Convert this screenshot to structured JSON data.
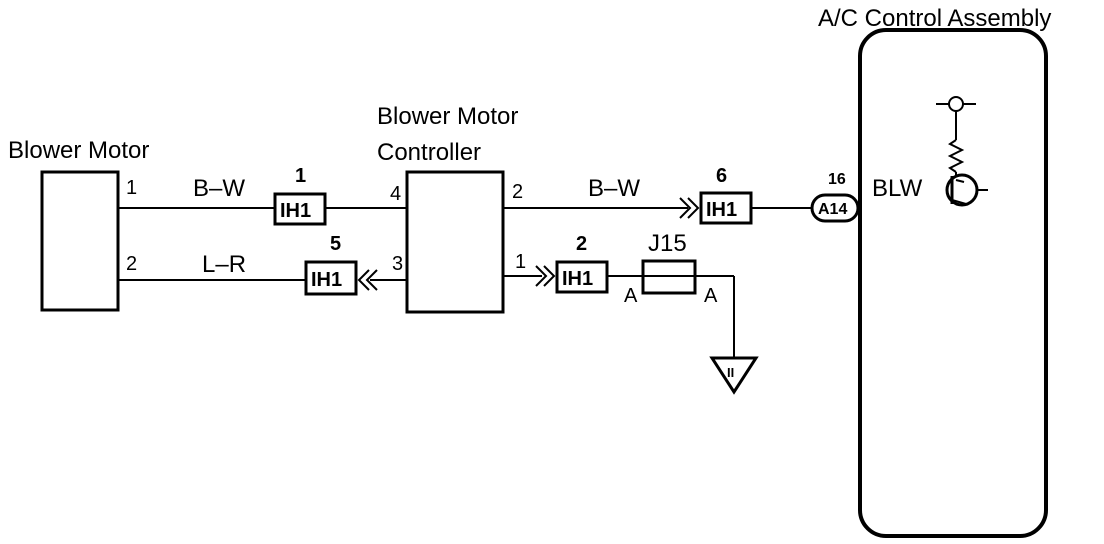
{
  "components": {
    "blower_motor": "Blower Motor",
    "controller_line1": "Blower Motor",
    "controller_line2": "Controller",
    "ac_control": "A/C Control Assembly"
  },
  "motor_pins": {
    "p1": "1",
    "p2": "2"
  },
  "controller_pins": {
    "p4": "4",
    "p3": "3",
    "p2": "2",
    "p1": "1"
  },
  "wires": {
    "upper_left": "B–W",
    "lower_left": "L–R",
    "upper_right": "B–W"
  },
  "connectors": {
    "ih1_a": {
      "pin": "1",
      "name": "IH1"
    },
    "ih1_b": {
      "pin": "5",
      "name": "IH1"
    },
    "ih1_c": {
      "pin": "6",
      "name": "IH1"
    },
    "ih1_d": {
      "pin": "2",
      "name": "IH1"
    },
    "a14": {
      "pin": "16",
      "name": "A14"
    },
    "j15": {
      "name": "J15",
      "left": "A",
      "right": "A"
    }
  },
  "terminal": "BLW",
  "ground_mark": "II"
}
